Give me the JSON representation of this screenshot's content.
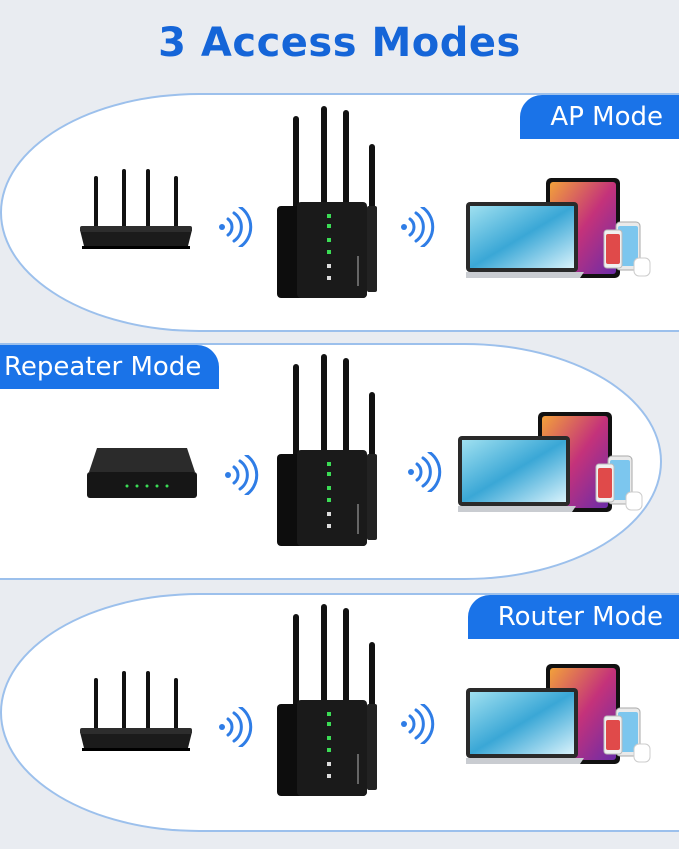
{
  "title": "3 Access Modes",
  "modes": [
    {
      "label": "AP Mode",
      "source_device": "router-icon"
    },
    {
      "label": "Repeater Mode",
      "source_device": "switch-icon"
    },
    {
      "label": "Router Mode",
      "source_device": "router-icon"
    }
  ],
  "colors": {
    "accent": "#1a73e8",
    "title": "#1565d8",
    "panel_border": "#9cc0ec",
    "background": "#e9ecf1"
  }
}
